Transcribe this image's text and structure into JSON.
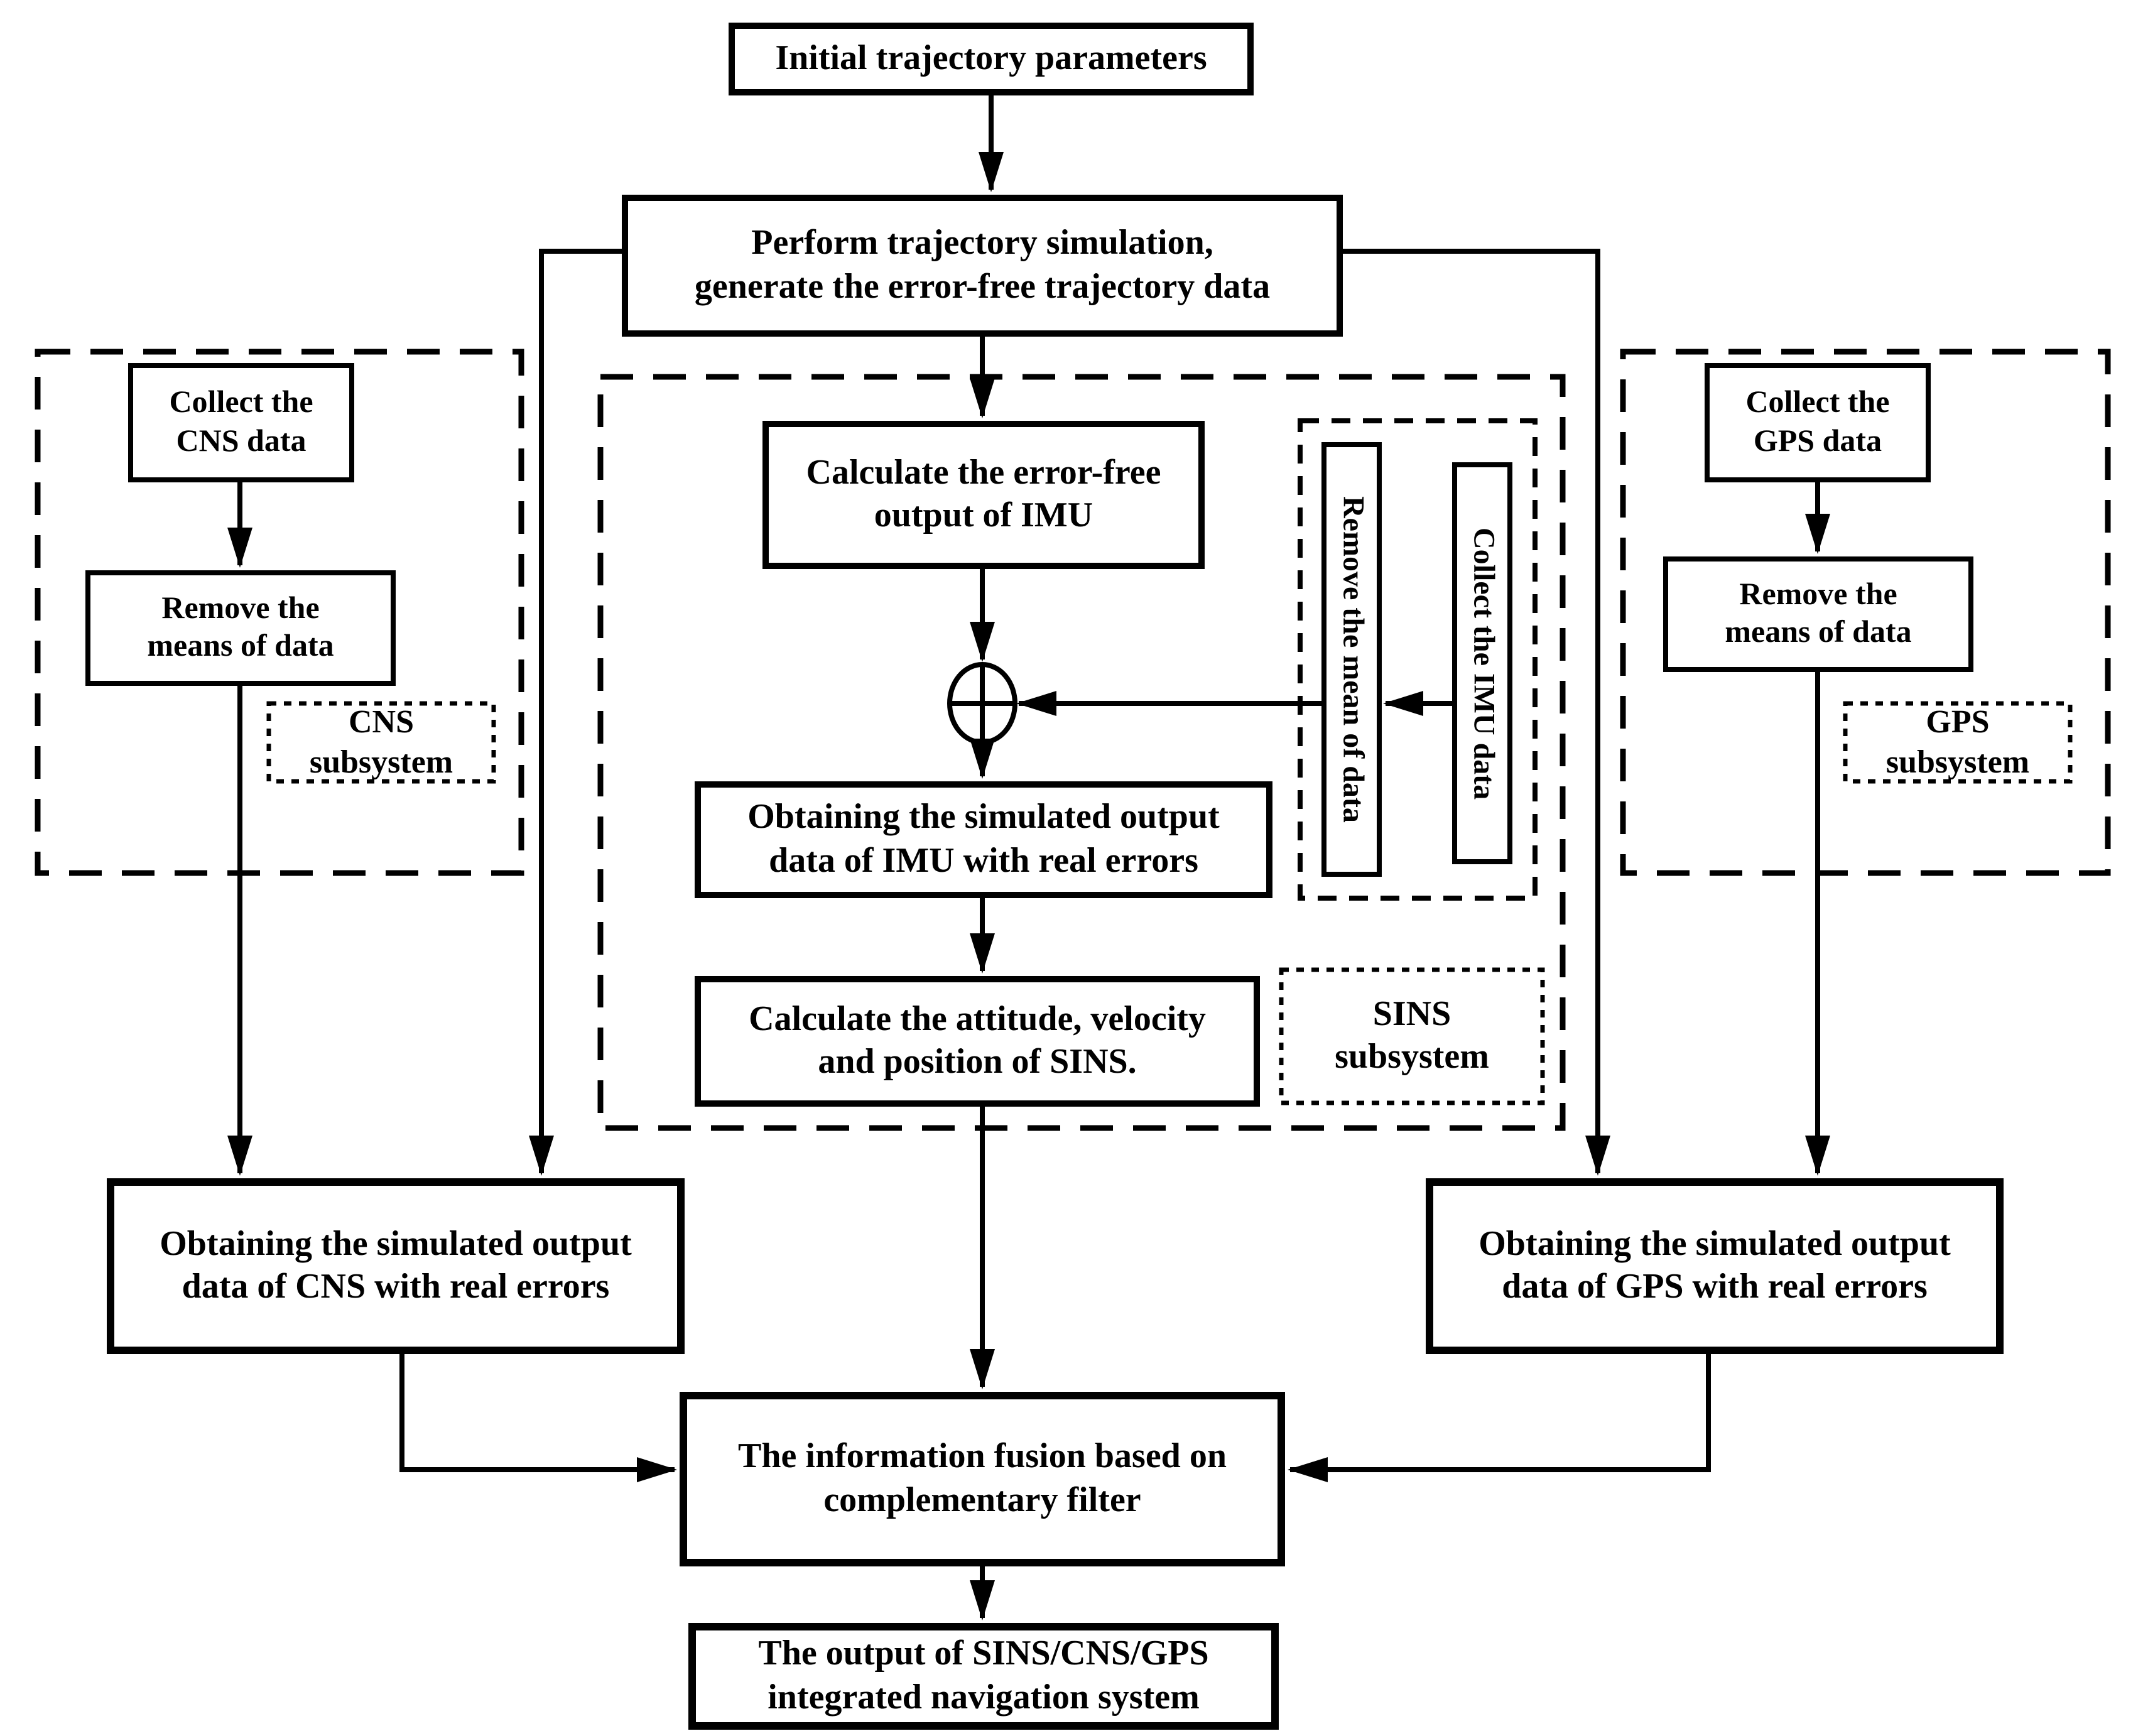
{
  "colors": {
    "ink": "#000000",
    "background": "#ffffff"
  },
  "icons": {
    "sum_junction": "circle-plus"
  },
  "nodes": {
    "initial": {
      "label": "Initial trajectory parameters"
    },
    "perform": {
      "line1": "Perform trajectory simulation,",
      "line2": "generate the error-free trajectory data"
    },
    "calc_imu": {
      "line1": "Calculate the error-free",
      "line2": "output of IMU"
    },
    "remove_mean_imu": {
      "label": "Remove the mean of data"
    },
    "collect_imu": {
      "label": "Collect the IMU data"
    },
    "imu_obtain": {
      "line1": "Obtaining the simulated output",
      "line2": "data of IMU with real errors"
    },
    "calc_attitude": {
      "line1": "Calculate the attitude, velocity",
      "line2": "and position of SINS."
    },
    "sins_subsystem": {
      "line1": "SINS",
      "line2": "subsystem"
    },
    "collect_cns": {
      "line1": "Collect the",
      "line2": "CNS data"
    },
    "remove_cns": {
      "line1": "Remove the",
      "line2": "means of data"
    },
    "cns_subsystem": {
      "line1": "CNS",
      "line2": "subsystem"
    },
    "collect_gps": {
      "line1": "Collect the",
      "line2": "GPS data"
    },
    "remove_gps": {
      "line1": "Remove the",
      "line2": "means of data"
    },
    "gps_subsystem": {
      "line1": "GPS",
      "line2": "subsystem"
    },
    "cns_obtain": {
      "line1": "Obtaining the simulated output",
      "line2": "data of CNS with real errors"
    },
    "gps_obtain": {
      "line1": "Obtaining the simulated output",
      "line2": "data of GPS with real errors"
    },
    "fusion": {
      "line1": "The information fusion based on",
      "line2": "complementary filter"
    },
    "output": {
      "line1": "The output of SINS/CNS/GPS",
      "line2": "integrated navigation system"
    }
  }
}
